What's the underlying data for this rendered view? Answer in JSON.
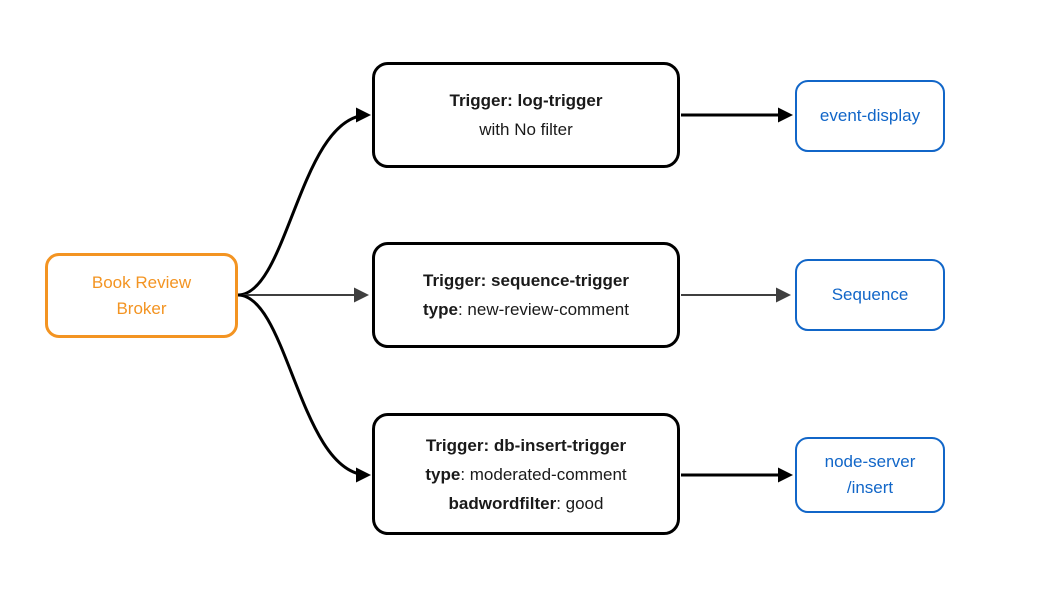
{
  "diagram": {
    "colors": {
      "background": "#ffffff",
      "broker_accent": "#f39422",
      "trigger_border": "#000000",
      "trigger_text": "#1a1a1a",
      "sink_accent": "#1166c8",
      "edge_black": "#000000",
      "edge_gray": "#3f3f3f"
    },
    "broker": {
      "line1": "Book Review",
      "line2": "Broker"
    },
    "triggers": [
      {
        "title": "Trigger: log-trigger",
        "rows": [
          {
            "bold": "",
            "rest": "with No filter"
          }
        ]
      },
      {
        "title": "Trigger: sequence-trigger",
        "rows": [
          {
            "bold": "type",
            "rest": ": new-review-comment"
          }
        ]
      },
      {
        "title": "Trigger: db-insert-trigger",
        "rows": [
          {
            "bold": "type",
            "rest": ": moderated-comment"
          },
          {
            "bold": "badwordfilter",
            "rest": ": good"
          }
        ]
      }
    ],
    "sinks": [
      {
        "line1": "event-display",
        "line2": ""
      },
      {
        "line1": "Sequence",
        "line2": ""
      },
      {
        "line1": "node-server",
        "line2": "/insert"
      }
    ]
  }
}
